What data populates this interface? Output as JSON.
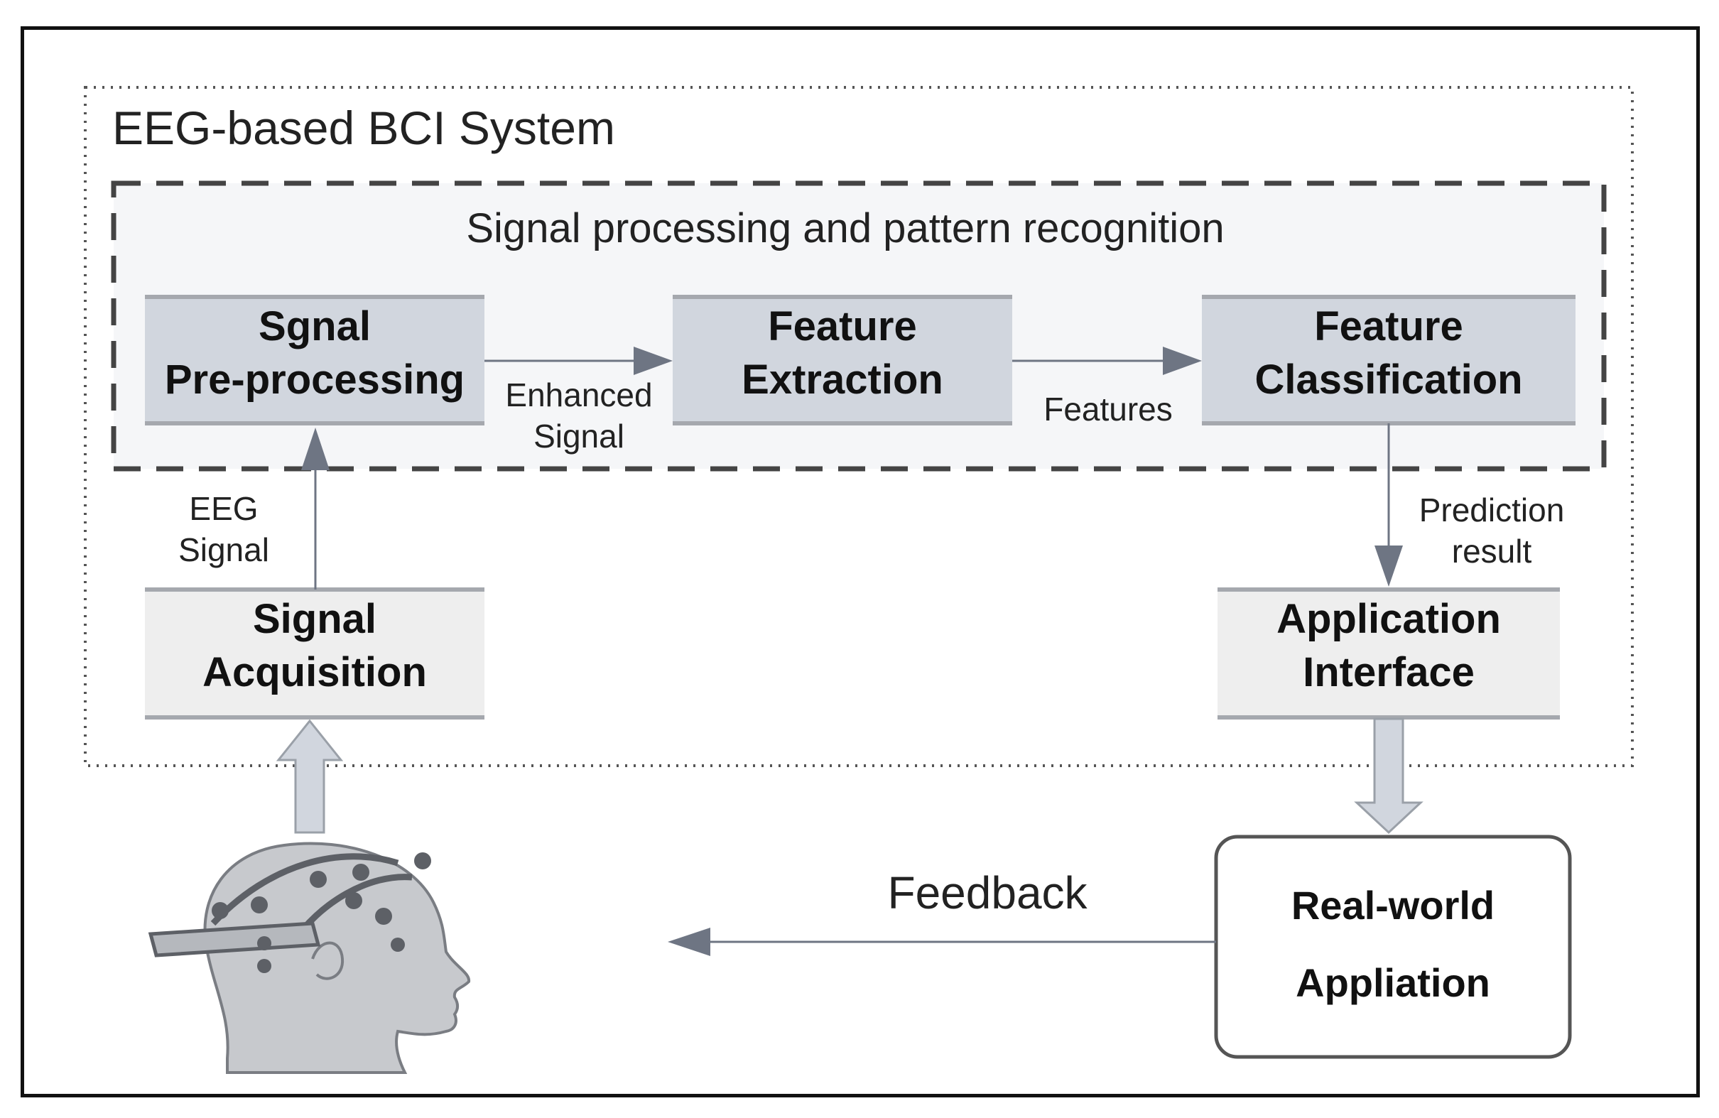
{
  "system_title": "EEG-based BCI System",
  "processing_group_title": "Signal processing and pattern recognition",
  "boxes": {
    "preprocessing": [
      "Sgnal",
      "Pre-processing"
    ],
    "extraction": [
      "Feature",
      "Extraction"
    ],
    "classification": [
      "Feature",
      "Classification"
    ],
    "acquisition": [
      "Signal",
      "Acquisition"
    ],
    "app_interface": [
      "Application",
      "Interface"
    ],
    "real_world": [
      "Real-world",
      "Appliation"
    ]
  },
  "edges": {
    "eeg_signal": [
      "EEG",
      "Signal"
    ],
    "enhanced_signal": [
      "Enhanced",
      "Signal"
    ],
    "features": "Features",
    "prediction_result": [
      "Prediction",
      "result"
    ],
    "feedback": "Feedback"
  },
  "colors": {
    "processing_box_fill": "#d1d6de",
    "io_box_fill": "#eeeeee",
    "group_fill": "#f5f6f8",
    "arrow": "#6e7583",
    "hollow_arrow_fill": "#d1d6de"
  }
}
